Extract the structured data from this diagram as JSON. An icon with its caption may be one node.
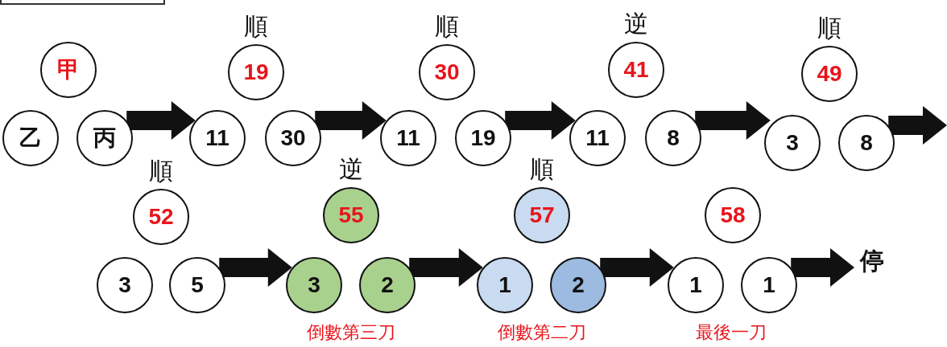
{
  "diagram": {
    "nodes": [
      {
        "text": [
          "甲"
        ]
      },
      {
        "text": [
          "乙"
        ]
      },
      {
        "text": [
          "丙"
        ]
      },
      {
        "text": [
          "19"
        ],
        "beside": [
          "順"
        ]
      },
      {
        "text": [
          "11"
        ]
      },
      {
        "text": [
          "30"
        ]
      },
      {
        "text": [
          "30"
        ],
        "beside": [
          "順"
        ]
      },
      {
        "text": [
          "11"
        ]
      },
      {
        "text": [
          "19"
        ]
      },
      {
        "text": [
          "41"
        ],
        "beside": [
          "逆"
        ]
      },
      {
        "text": [
          "11"
        ]
      },
      {
        "text": [
          "8"
        ]
      },
      {
        "text": [
          "49"
        ],
        "beside": [
          "順"
        ]
      },
      {
        "text": [
          "3"
        ]
      },
      {
        "text": [
          "8"
        ]
      },
      {
        "text": [
          "52"
        ],
        "beside": [
          "順"
        ]
      },
      {
        "text": [
          "3"
        ]
      },
      {
        "text": [
          "5"
        ]
      },
      {
        "text": [
          "55"
        ],
        "beside": [
          "逆"
        ]
      },
      {
        "text": [
          "3"
        ]
      },
      {
        "text": [
          "2"
        ]
      },
      {
        "text": [
          "57"
        ],
        "beside": [
          "順"
        ]
      },
      {
        "text": [
          "1"
        ]
      },
      {
        "text": [
          "2"
        ]
      },
      {
        "text": [
          "58"
        ]
      },
      {
        "text": [
          "1"
        ]
      },
      {
        "text": [
          "1"
        ]
      },
      {
        "text": [
          "停"
        ]
      }
    ],
    "edges": [
      {
        "from": 2,
        "to": 4,
        "arrow": "to",
        "style": "thick"
      },
      {
        "from": 5,
        "to": 7,
        "arrow": "to",
        "style": "thick"
      },
      {
        "from": 8,
        "to": 10,
        "arrow": "to",
        "style": "thick"
      },
      {
        "from": 11,
        "to": 13,
        "arrow": "to",
        "style": "thick"
      },
      {
        "from": 14,
        "to": null,
        "arrow": "to",
        "style": "thick"
      },
      {
        "from": 17,
        "to": 19,
        "arrow": "to",
        "style": "thick"
      },
      {
        "from": 20,
        "to": 22,
        "arrow": "to",
        "style": "thick"
      },
      {
        "from": 23,
        "to": 25,
        "arrow": "to",
        "style": "thick"
      },
      {
        "from": 26,
        "to": 27,
        "arrow": "to",
        "style": "thick"
      }
    ],
    "labels": [
      "倒數第三刀",
      "倒數第二刀",
      "最後一刀"
    ]
  }
}
